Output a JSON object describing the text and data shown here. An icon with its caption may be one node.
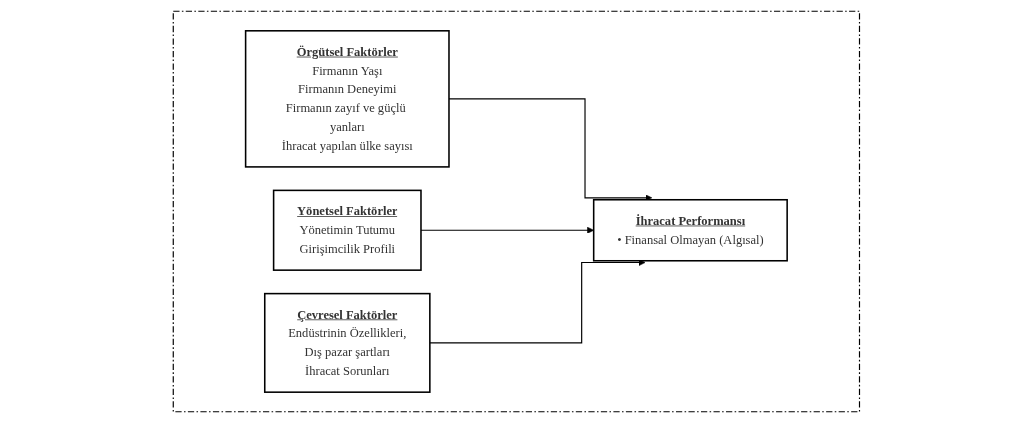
{
  "diagram": {
    "nodes": [
      {
        "text": [],
        "shape": "box"
      },
      {
        "text": [
          "Örgütsel Faktörler",
          "Firmanın Yaşı",
          "Firmanın Deneyimi",
          "Firmanın zayıf ve güçlü yanları",
          "İhracat yapılan ülke sayısı"
        ],
        "in": 0
      },
      {
        "text": [
          "Yönetsel Faktörler",
          "Yönetimin Tutumu",
          "Girişimcilik Profili"
        ],
        "in": 0
      },
      {
        "text": [
          "Çevresel Faktörler",
          "Endüstrinin Özellikleri,",
          "Dış pazar şartları",
          "İhracat Sorunları"
        ],
        "in": 0
      },
      {
        "text": [
          "İhracat Performansı",
          "• Finansal Olmayan (Algısal)"
        ],
        "in": 0
      }
    ],
    "edges": [
      {
        "from": 1,
        "to": 4,
        "arrow": "to"
      },
      {
        "from": 2,
        "to": 4,
        "arrow": "to"
      },
      {
        "from": 3,
        "to": 4,
        "arrow": "to"
      }
    ]
  }
}
